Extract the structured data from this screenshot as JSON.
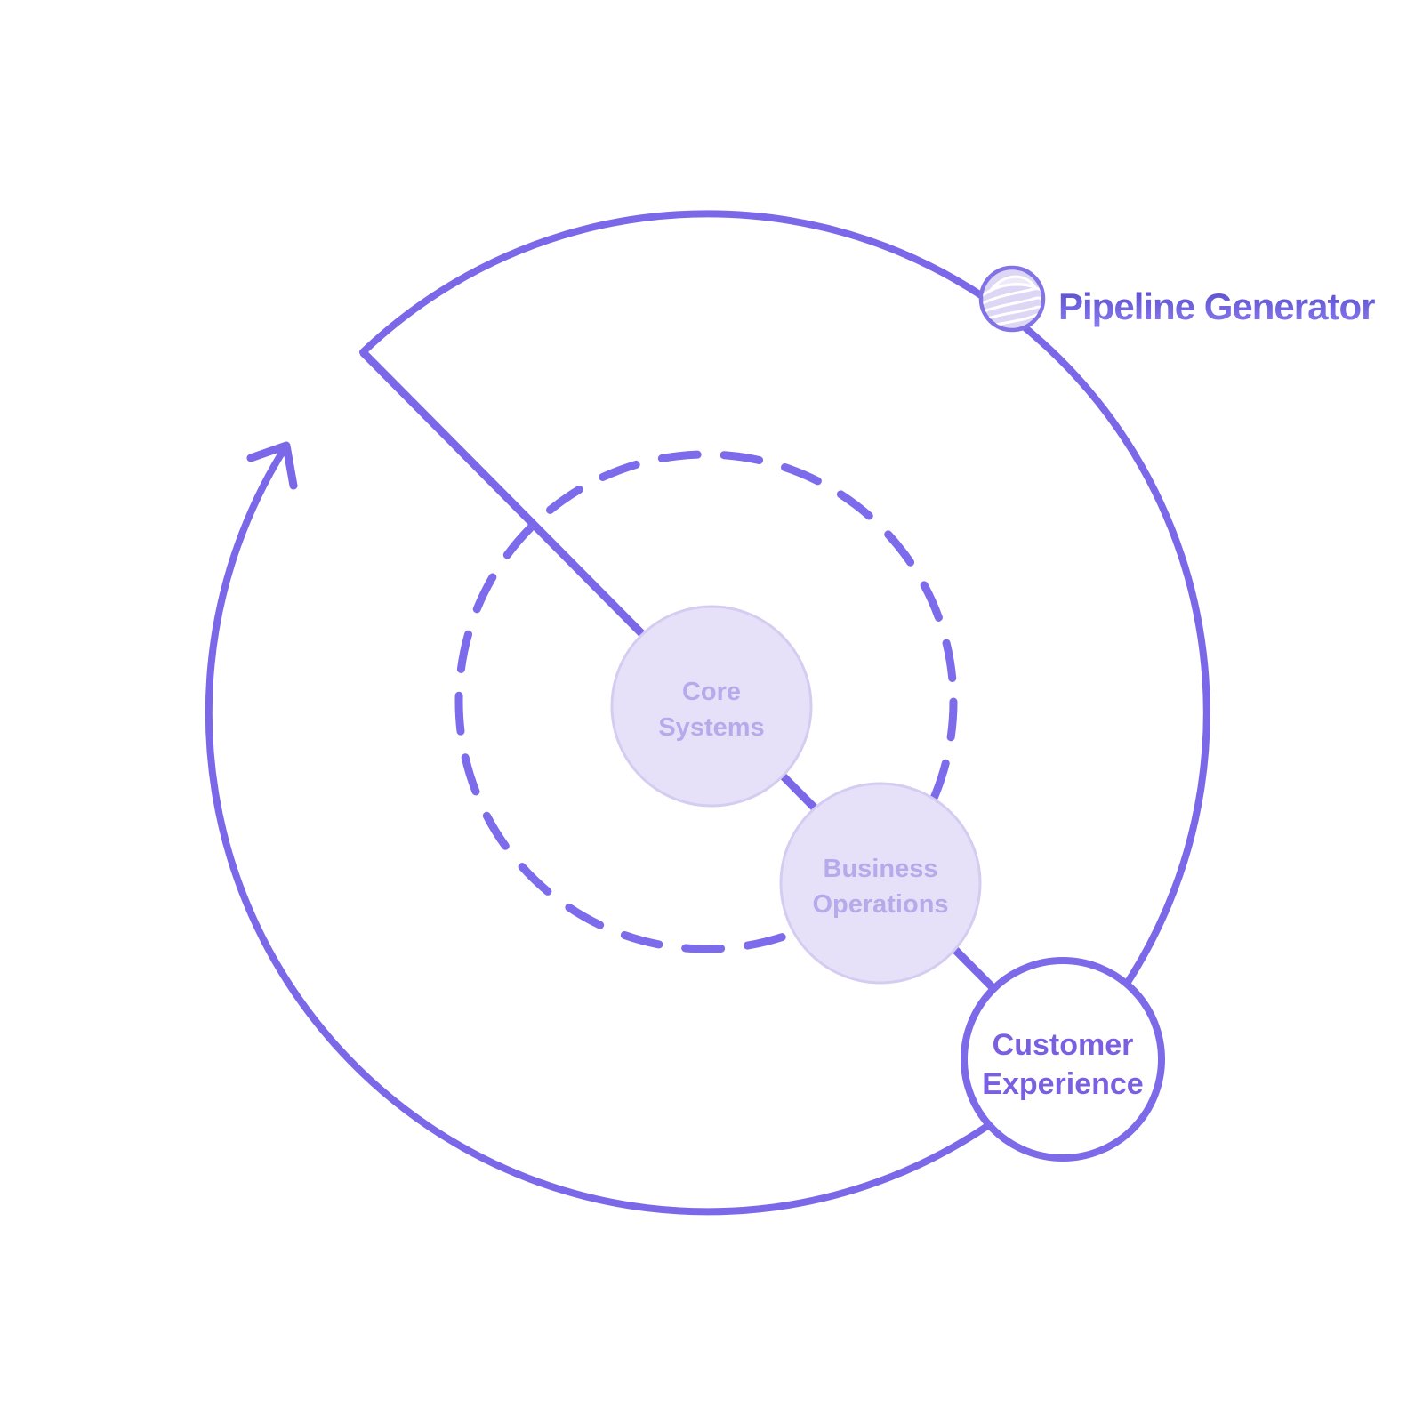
{
  "brand": {
    "name": "Pipeline Generator",
    "icon": "waves-sphere-icon"
  },
  "colors": {
    "accent": "#7b68e8",
    "dash_accent": "#7c6bea",
    "node_muted_fill": "#e6e1f8",
    "node_muted_stroke": "#d5ccf2",
    "node_muted_label": "#b7aaea",
    "node_highlight_fill": "#ffffff",
    "node_highlight_stroke": "#7c6ae8",
    "node_highlight_label": "#7a5fe0",
    "logo_fill": "#ddd7f5",
    "logo_stroke": "#8172e6",
    "brand_gradient_top": "#564ac9",
    "brand_gradient_bottom": "#8a7df2"
  },
  "diagram": {
    "type": "orbit-cycle",
    "rings": {
      "outer": "solid circular arrow cycle",
      "inner": "dashed orbit circle"
    },
    "nodes": [
      {
        "id": "core-systems",
        "line1": "Core",
        "line2": "Systems",
        "style": "muted"
      },
      {
        "id": "business-operations",
        "line1": "Business",
        "line2": "Operations",
        "style": "muted"
      },
      {
        "id": "customer-experience",
        "line1": "Customer",
        "line2": "Experience",
        "style": "highlighted"
      }
    ]
  }
}
